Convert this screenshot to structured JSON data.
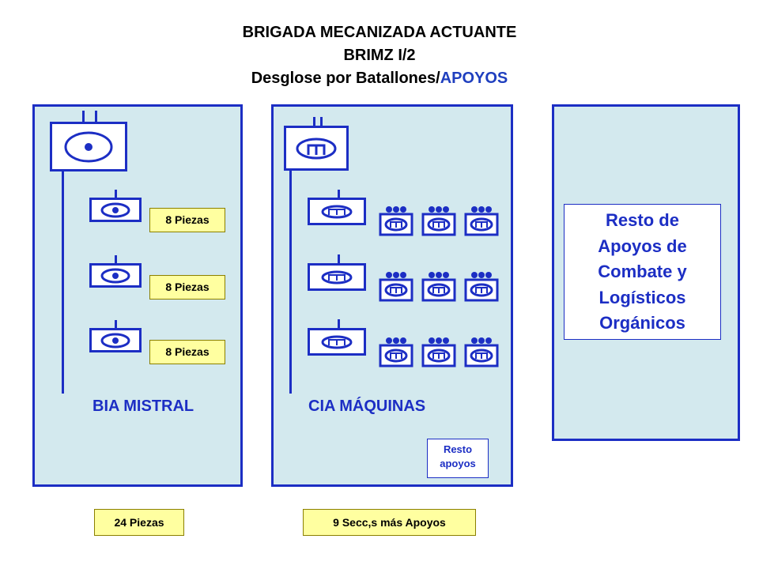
{
  "header": {
    "line1": "BRIGADA MECANIZADA ACTUANTE",
    "line2": "BRIMZ I/2",
    "line3_prefix": "Desglose por Batallones/",
    "line3_accent": "APOYOS"
  },
  "panel_left": {
    "label": "BIA MISTRAL",
    "pieces": [
      "8 Piezas",
      "8 Piezas",
      "8 Piezas"
    ],
    "total": "24 Piezas"
  },
  "panel_mid": {
    "label": "CIA MÁQUINAS",
    "resto_line1": "Resto",
    "resto_line2": "apoyos",
    "total": "9 Secc,s más Apoyos"
  },
  "panel_right": {
    "lines": [
      "Resto de",
      "Apoyos de",
      "Combate y",
      "Logísticos",
      "Orgánicos"
    ]
  },
  "colors": {
    "panel_bg": "#d3e9ee",
    "border_blue": "#1c2ec4",
    "pieces_bg": "#ffffa0"
  }
}
